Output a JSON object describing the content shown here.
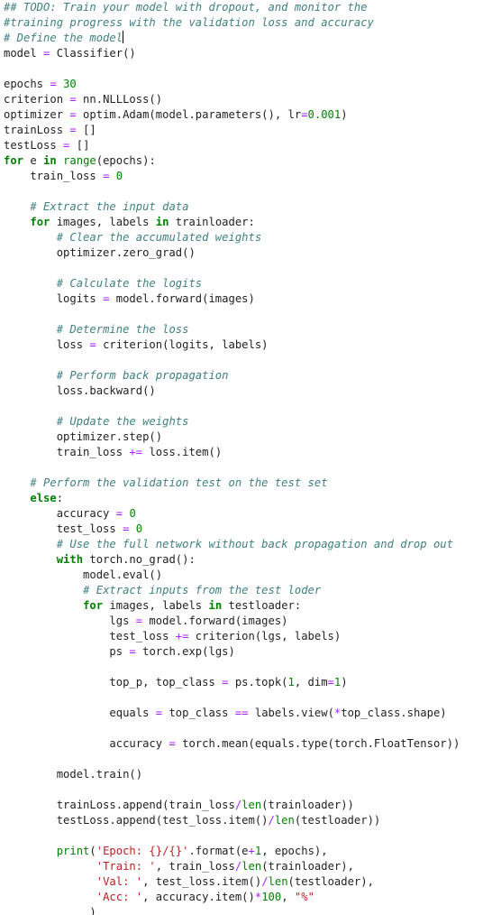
{
  "editor": {
    "lines": [
      [
        {
          "t": "comment",
          "v": "## TODO: Train your model with dropout, and monitor the"
        }
      ],
      [
        {
          "t": "comment",
          "v": "#training progress with the validation loss and accuracy"
        }
      ],
      [
        {
          "t": "comment",
          "v": "# Define the model"
        },
        {
          "t": "caret",
          "v": ""
        }
      ],
      [
        {
          "t": "plain",
          "v": "model "
        },
        {
          "t": "operator",
          "v": "="
        },
        {
          "t": "plain",
          "v": " Classifier()"
        }
      ],
      [],
      [
        {
          "t": "plain",
          "v": "epochs "
        },
        {
          "t": "operator",
          "v": "="
        },
        {
          "t": "plain",
          "v": " "
        },
        {
          "t": "number",
          "v": "30"
        }
      ],
      [
        {
          "t": "plain",
          "v": "criterion "
        },
        {
          "t": "operator",
          "v": "="
        },
        {
          "t": "plain",
          "v": " nn.NLLLoss()"
        }
      ],
      [
        {
          "t": "plain",
          "v": "optimizer "
        },
        {
          "t": "operator",
          "v": "="
        },
        {
          "t": "plain",
          "v": " optim.Adam(model.parameters(), lr"
        },
        {
          "t": "operator",
          "v": "="
        },
        {
          "t": "number",
          "v": "0.001"
        },
        {
          "t": "plain",
          "v": ")"
        }
      ],
      [
        {
          "t": "plain",
          "v": "trainLoss "
        },
        {
          "t": "operator",
          "v": "="
        },
        {
          "t": "plain",
          "v": " []"
        }
      ],
      [
        {
          "t": "plain",
          "v": "testLoss "
        },
        {
          "t": "operator",
          "v": "="
        },
        {
          "t": "plain",
          "v": " []"
        }
      ],
      [
        {
          "t": "keyword",
          "v": "for"
        },
        {
          "t": "plain",
          "v": " e "
        },
        {
          "t": "keyword",
          "v": "in"
        },
        {
          "t": "plain",
          "v": " "
        },
        {
          "t": "builtin",
          "v": "range"
        },
        {
          "t": "plain",
          "v": "(epochs):"
        }
      ],
      [
        {
          "t": "plain",
          "v": "    train_loss "
        },
        {
          "t": "operator",
          "v": "="
        },
        {
          "t": "plain",
          "v": " "
        },
        {
          "t": "number",
          "v": "0"
        }
      ],
      [],
      [
        {
          "t": "plain",
          "v": "    "
        },
        {
          "t": "comment",
          "v": "# Extract the input data"
        }
      ],
      [
        {
          "t": "plain",
          "v": "    "
        },
        {
          "t": "keyword",
          "v": "for"
        },
        {
          "t": "plain",
          "v": " images, labels "
        },
        {
          "t": "keyword",
          "v": "in"
        },
        {
          "t": "plain",
          "v": " trainloader:"
        }
      ],
      [
        {
          "t": "plain",
          "v": "        "
        },
        {
          "t": "comment",
          "v": "# Clear the accumulated weights"
        }
      ],
      [
        {
          "t": "plain",
          "v": "        optimizer.zero_grad()"
        }
      ],
      [],
      [
        {
          "t": "plain",
          "v": "        "
        },
        {
          "t": "comment",
          "v": "# Calculate the logits"
        }
      ],
      [
        {
          "t": "plain",
          "v": "        logits "
        },
        {
          "t": "operator",
          "v": "="
        },
        {
          "t": "plain",
          "v": " model.forward(images)"
        }
      ],
      [],
      [
        {
          "t": "plain",
          "v": "        "
        },
        {
          "t": "comment",
          "v": "# Determine the loss"
        }
      ],
      [
        {
          "t": "plain",
          "v": "        loss "
        },
        {
          "t": "operator",
          "v": "="
        },
        {
          "t": "plain",
          "v": " criterion(logits, labels)"
        }
      ],
      [],
      [
        {
          "t": "plain",
          "v": "        "
        },
        {
          "t": "comment",
          "v": "# Perform back propagation"
        }
      ],
      [
        {
          "t": "plain",
          "v": "        loss.backward()"
        }
      ],
      [],
      [
        {
          "t": "plain",
          "v": "        "
        },
        {
          "t": "comment",
          "v": "# Update the weights"
        }
      ],
      [
        {
          "t": "plain",
          "v": "        optimizer.step()"
        }
      ],
      [
        {
          "t": "plain",
          "v": "        train_loss "
        },
        {
          "t": "operator",
          "v": "+="
        },
        {
          "t": "plain",
          "v": " loss.item()"
        }
      ],
      [],
      [
        {
          "t": "plain",
          "v": "    "
        },
        {
          "t": "comment",
          "v": "# Perform the validation test on the test set"
        }
      ],
      [
        {
          "t": "plain",
          "v": "    "
        },
        {
          "t": "keyword",
          "v": "else"
        },
        {
          "t": "plain",
          "v": ":"
        }
      ],
      [
        {
          "t": "plain",
          "v": "        accuracy "
        },
        {
          "t": "operator",
          "v": "="
        },
        {
          "t": "plain",
          "v": " "
        },
        {
          "t": "number",
          "v": "0"
        }
      ],
      [
        {
          "t": "plain",
          "v": "        test_loss "
        },
        {
          "t": "operator",
          "v": "="
        },
        {
          "t": "plain",
          "v": " "
        },
        {
          "t": "number",
          "v": "0"
        }
      ],
      [
        {
          "t": "plain",
          "v": "        "
        },
        {
          "t": "comment",
          "v": "# Use the full network without back propagation and drop out"
        }
      ],
      [
        {
          "t": "plain",
          "v": "        "
        },
        {
          "t": "keyword",
          "v": "with"
        },
        {
          "t": "plain",
          "v": " torch.no_grad():"
        }
      ],
      [
        {
          "t": "plain",
          "v": "            model.eval()"
        }
      ],
      [
        {
          "t": "plain",
          "v": "            "
        },
        {
          "t": "comment",
          "v": "# Extract inputs from the test loder"
        }
      ],
      [
        {
          "t": "plain",
          "v": "            "
        },
        {
          "t": "keyword",
          "v": "for"
        },
        {
          "t": "plain",
          "v": " images, labels "
        },
        {
          "t": "keyword",
          "v": "in"
        },
        {
          "t": "plain",
          "v": " testloader:"
        }
      ],
      [
        {
          "t": "plain",
          "v": "                lgs "
        },
        {
          "t": "operator",
          "v": "="
        },
        {
          "t": "plain",
          "v": " model.forward(images)"
        }
      ],
      [
        {
          "t": "plain",
          "v": "                test_loss "
        },
        {
          "t": "operator",
          "v": "+="
        },
        {
          "t": "plain",
          "v": " criterion(lgs, labels)"
        }
      ],
      [
        {
          "t": "plain",
          "v": "                ps "
        },
        {
          "t": "operator",
          "v": "="
        },
        {
          "t": "plain",
          "v": " torch.exp(lgs)"
        }
      ],
      [],
      [
        {
          "t": "plain",
          "v": "                top_p, top_class "
        },
        {
          "t": "operator",
          "v": "="
        },
        {
          "t": "plain",
          "v": " ps.topk("
        },
        {
          "t": "number",
          "v": "1"
        },
        {
          "t": "plain",
          "v": ", dim"
        },
        {
          "t": "operator",
          "v": "="
        },
        {
          "t": "number",
          "v": "1"
        },
        {
          "t": "plain",
          "v": ")"
        }
      ],
      [],
      [
        {
          "t": "plain",
          "v": "                equals "
        },
        {
          "t": "operator",
          "v": "="
        },
        {
          "t": "plain",
          "v": " top_class "
        },
        {
          "t": "operator",
          "v": "=="
        },
        {
          "t": "plain",
          "v": " labels.view("
        },
        {
          "t": "operator",
          "v": "*"
        },
        {
          "t": "plain",
          "v": "top_class.shape)"
        }
      ],
      [],
      [
        {
          "t": "plain",
          "v": "                accuracy "
        },
        {
          "t": "operator",
          "v": "="
        },
        {
          "t": "plain",
          "v": " torch.mean(equals.type(torch.FloatTensor))"
        }
      ],
      [],
      [
        {
          "t": "plain",
          "v": "        model.train()"
        }
      ],
      [],
      [
        {
          "t": "plain",
          "v": "        trainLoss.append(train_loss"
        },
        {
          "t": "operator",
          "v": "/"
        },
        {
          "t": "builtin",
          "v": "len"
        },
        {
          "t": "plain",
          "v": "(trainloader))"
        }
      ],
      [
        {
          "t": "plain",
          "v": "        testLoss.append(test_loss.item()"
        },
        {
          "t": "operator",
          "v": "/"
        },
        {
          "t": "builtin",
          "v": "len"
        },
        {
          "t": "plain",
          "v": "(testloader))"
        }
      ],
      [],
      [
        {
          "t": "plain",
          "v": "        "
        },
        {
          "t": "builtin",
          "v": "print"
        },
        {
          "t": "plain",
          "v": "("
        },
        {
          "t": "string",
          "v": "'Epoch: {}/{}'"
        },
        {
          "t": "plain",
          "v": ".format(e"
        },
        {
          "t": "operator",
          "v": "+"
        },
        {
          "t": "number",
          "v": "1"
        },
        {
          "t": "plain",
          "v": ", epochs),"
        }
      ],
      [
        {
          "t": "plain",
          "v": "              "
        },
        {
          "t": "string",
          "v": "'Train: '"
        },
        {
          "t": "plain",
          "v": ", train_loss"
        },
        {
          "t": "operator",
          "v": "/"
        },
        {
          "t": "builtin",
          "v": "len"
        },
        {
          "t": "plain",
          "v": "(trainloader),"
        }
      ],
      [
        {
          "t": "plain",
          "v": "              "
        },
        {
          "t": "string",
          "v": "'Val: '"
        },
        {
          "t": "plain",
          "v": ", test_loss.item()"
        },
        {
          "t": "operator",
          "v": "/"
        },
        {
          "t": "builtin",
          "v": "len"
        },
        {
          "t": "plain",
          "v": "(testloader),"
        }
      ],
      [
        {
          "t": "plain",
          "v": "              "
        },
        {
          "t": "string",
          "v": "'Acc: '"
        },
        {
          "t": "plain",
          "v": ", accuracy.item()"
        },
        {
          "t": "operator",
          "v": "*"
        },
        {
          "t": "number",
          "v": "100"
        },
        {
          "t": "plain",
          "v": ", "
        },
        {
          "t": "string",
          "v": "\"%\""
        }
      ],
      [
        {
          "t": "plain",
          "v": "             )"
        }
      ]
    ]
  },
  "colors": {
    "background": "#ffffff",
    "plain": "#1f1f1f",
    "comment": "#408080",
    "keyword": "#008000",
    "number": "#008000",
    "string": "#ba2121",
    "operator": "#aa22ff"
  }
}
